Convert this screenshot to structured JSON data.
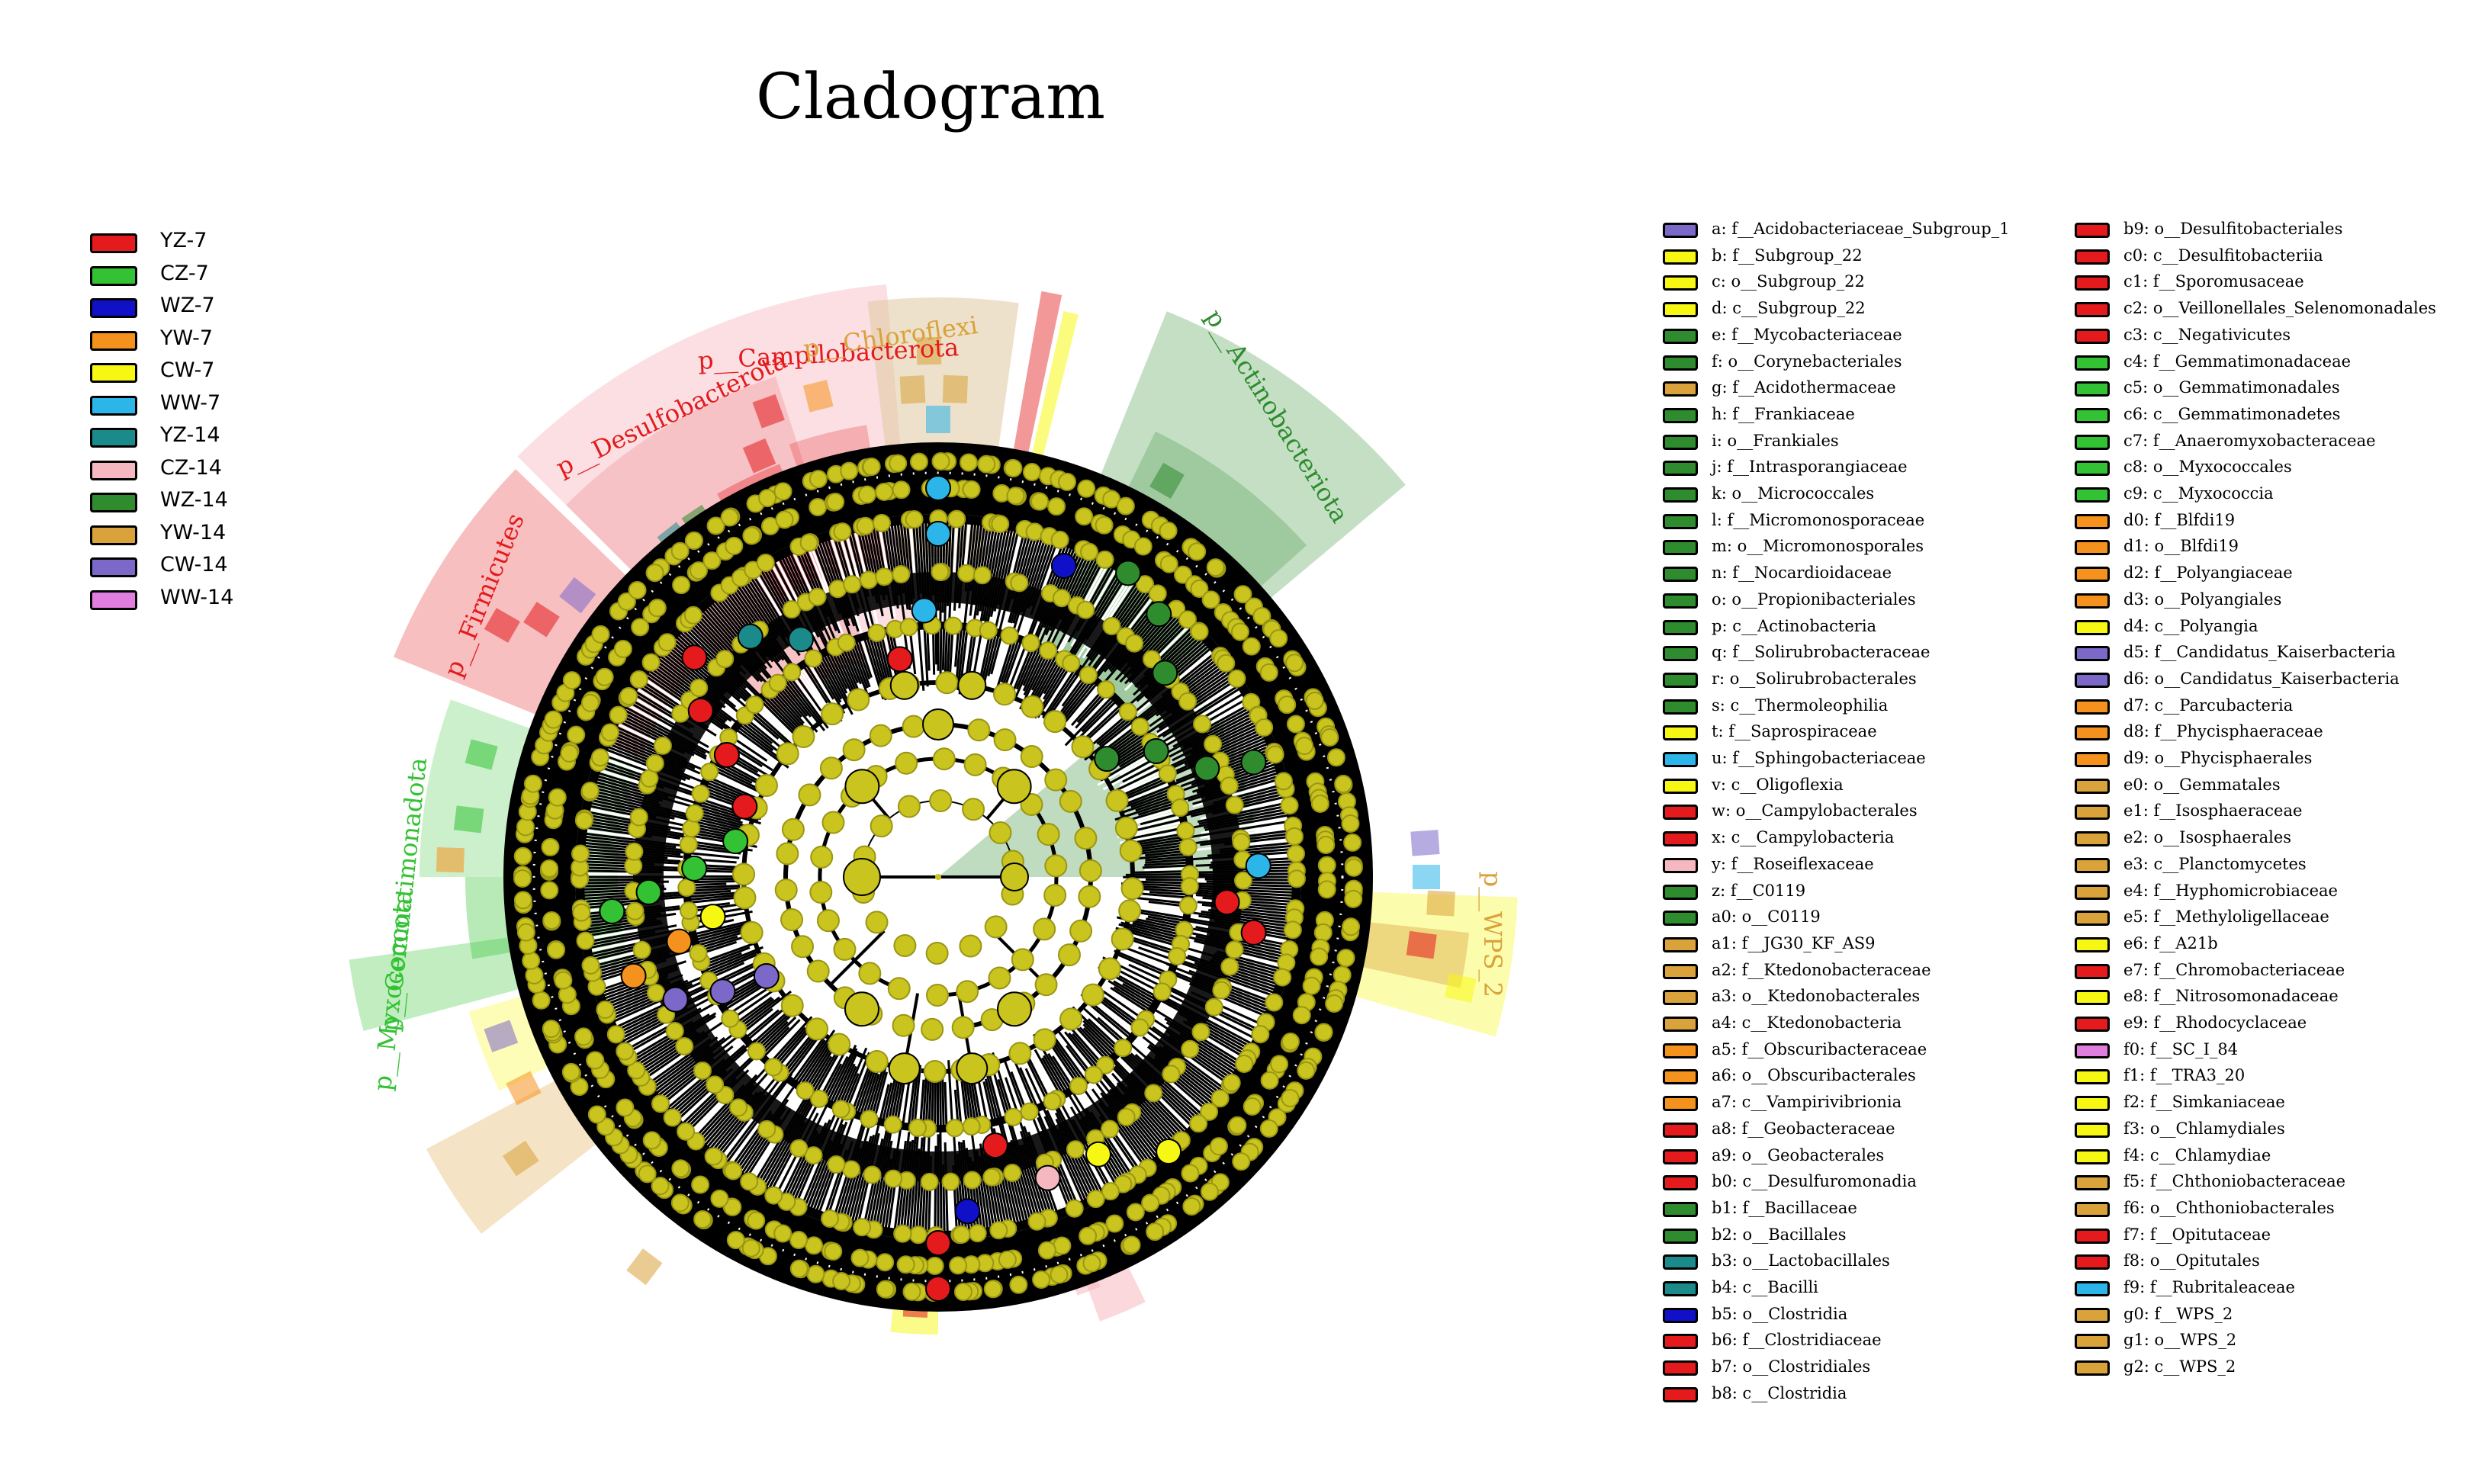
{
  "title": "Cladogram",
  "groups": [
    {
      "name": "YZ-7",
      "color": "#e41a1c"
    },
    {
      "name": "CZ-7",
      "color": "#33c233"
    },
    {
      "name": "WZ-7",
      "color": "#1010c8"
    },
    {
      "name": "YW-7",
      "color": "#f5921e"
    },
    {
      "name": "CW-7",
      "color": "#f7f714"
    },
    {
      "name": "WW-7",
      "color": "#2cb5e8"
    },
    {
      "name": "YZ-14",
      "color": "#1a8a8a"
    },
    {
      "name": "CZ-14",
      "color": "#f6b8c0"
    },
    {
      "name": "WZ-14",
      "color": "#2e8b2e"
    },
    {
      "name": "YW-14",
      "color": "#d9a23a"
    },
    {
      "name": "CW-14",
      "color": "#7b68c8"
    },
    {
      "name": "WW-14",
      "color": "#e07ee0"
    }
  ],
  "clades": [
    {
      "label": "a: f__Acidobacteriaceae_Subgroup_1",
      "color": "#7b68c8"
    },
    {
      "label": "b: f__Subgroup_22",
      "color": "#f7f714"
    },
    {
      "label": "c: o__Subgroup_22",
      "color": "#f7f714"
    },
    {
      "label": "d: c__Subgroup_22",
      "color": "#f7f714"
    },
    {
      "label": "e: f__Mycobacteriaceae",
      "color": "#2e8b2e"
    },
    {
      "label": "f: o__Corynebacteriales",
      "color": "#2e8b2e"
    },
    {
      "label": "g: f__Acidothermaceae",
      "color": "#d9a23a"
    },
    {
      "label": "h: f__Frankiaceae",
      "color": "#2e8b2e"
    },
    {
      "label": "i: o__Frankiales",
      "color": "#2e8b2e"
    },
    {
      "label": "j: f__Intrasporangiaceae",
      "color": "#2e8b2e"
    },
    {
      "label": "k: o__Micrococcales",
      "color": "#2e8b2e"
    },
    {
      "label": "l: f__Micromonosporaceae",
      "color": "#2e8b2e"
    },
    {
      "label": "m: o__Micromonosporales",
      "color": "#2e8b2e"
    },
    {
      "label": "n: f__Nocardioidaceae",
      "color": "#2e8b2e"
    },
    {
      "label": "o: o__Propionibacteriales",
      "color": "#2e8b2e"
    },
    {
      "label": "p: c__Actinobacteria",
      "color": "#2e8b2e"
    },
    {
      "label": "q: f__Solirubrobacteraceae",
      "color": "#2e8b2e"
    },
    {
      "label": "r: o__Solirubrobacterales",
      "color": "#2e8b2e"
    },
    {
      "label": "s: c__Thermoleophilia",
      "color": "#2e8b2e"
    },
    {
      "label": "t: f__Saprospiraceae",
      "color": "#f7f714"
    },
    {
      "label": "u: f__Sphingobacteriaceae",
      "color": "#2cb5e8"
    },
    {
      "label": "v: c__Oligoflexia",
      "color": "#f7f714"
    },
    {
      "label": "w: o__Campylobacterales",
      "color": "#e41a1c"
    },
    {
      "label": "x: c__Campylobacteria",
      "color": "#e41a1c"
    },
    {
      "label": "y: f__Roseiflexaceae",
      "color": "#f6b8c0"
    },
    {
      "label": "z: f__C0119",
      "color": "#2e8b2e"
    },
    {
      "label": "a0: o__C0119",
      "color": "#2e8b2e"
    },
    {
      "label": "a1: f__JG30_KF_AS9",
      "color": "#d9a23a"
    },
    {
      "label": "a2: f__Ktedonobacteraceae",
      "color": "#d9a23a"
    },
    {
      "label": "a3: o__Ktedonobacterales",
      "color": "#d9a23a"
    },
    {
      "label": "a4: c__Ktedonobacteria",
      "color": "#d9a23a"
    },
    {
      "label": "a5: f__Obscuribacteraceae",
      "color": "#f5921e"
    },
    {
      "label": "a6: o__Obscuribacterales",
      "color": "#f5921e"
    },
    {
      "label": "a7: c__Vampirivibrionia",
      "color": "#f5921e"
    },
    {
      "label": "a8: f__Geobacteraceae",
      "color": "#e41a1c"
    },
    {
      "label": "a9: o__Geobacterales",
      "color": "#e41a1c"
    },
    {
      "label": "b0: c__Desulfuromonadia",
      "color": "#e41a1c"
    },
    {
      "label": "b1: f__Bacillaceae",
      "color": "#2e8b2e"
    },
    {
      "label": "b2: o__Bacillales",
      "color": "#2e8b2e"
    },
    {
      "label": "b3: o__Lactobacillales",
      "color": "#1a8a8a"
    },
    {
      "label": "b4: c__Bacilli",
      "color": "#1a8a8a"
    },
    {
      "label": "b5: o__Clostridia",
      "color": "#1010c8"
    },
    {
      "label": "b6: f__Clostridiaceae",
      "color": "#e41a1c"
    },
    {
      "label": "b7: o__Clostridiales",
      "color": "#e41a1c"
    },
    {
      "label": "b8: c__Clostridia",
      "color": "#e41a1c"
    },
    {
      "label": "b9: o__Desulfitobacteriales",
      "color": "#e41a1c"
    },
    {
      "label": "c0: c__Desulfitobacteriia",
      "color": "#e41a1c"
    },
    {
      "label": "c1: f__Sporomusaceae",
      "color": "#e41a1c"
    },
    {
      "label": "c2: o__Veillonellales_Selenomonadales",
      "color": "#e41a1c"
    },
    {
      "label": "c3: c__Negativicutes",
      "color": "#e41a1c"
    },
    {
      "label": "c4: f__Gemmatimonadaceae",
      "color": "#33c233"
    },
    {
      "label": "c5: o__Gemmatimonadales",
      "color": "#33c233"
    },
    {
      "label": "c6: c__Gemmatimonadetes",
      "color": "#33c233"
    },
    {
      "label": "c7: f__Anaeromyxobacteraceae",
      "color": "#33c233"
    },
    {
      "label": "c8: o__Myxococcales",
      "color": "#33c233"
    },
    {
      "label": "c9: c__Myxococcia",
      "color": "#33c233"
    },
    {
      "label": "d0: f__Blfdi19",
      "color": "#f5921e"
    },
    {
      "label": "d1: o__Blfdi19",
      "color": "#f5921e"
    },
    {
      "label": "d2: f__Polyangiaceae",
      "color": "#f5921e"
    },
    {
      "label": "d3: o__Polyangiales",
      "color": "#f5921e"
    },
    {
      "label": "d4: c__Polyangia",
      "color": "#f7f714"
    },
    {
      "label": "d5: f__Candidatus_Kaiserbacteria",
      "color": "#7b68c8"
    },
    {
      "label": "d6: o__Candidatus_Kaiserbacteria",
      "color": "#7b68c8"
    },
    {
      "label": "d7: c__Parcubacteria",
      "color": "#f5921e"
    },
    {
      "label": "d8: f__Phycisphaeraceae",
      "color": "#f5921e"
    },
    {
      "label": "d9: o__Phycisphaerales",
      "color": "#f5921e"
    },
    {
      "label": "e0: o__Gemmatales",
      "color": "#d9a23a"
    },
    {
      "label": "e1: f__Isosphaeraceae",
      "color": "#d9a23a"
    },
    {
      "label": "e2: o__Isosphaerales",
      "color": "#d9a23a"
    },
    {
      "label": "e3: c__Planctomycetes",
      "color": "#d9a23a"
    },
    {
      "label": "e4: f__Hyphomicrobiaceae",
      "color": "#d9a23a"
    },
    {
      "label": "e5: f__Methyloligellaceae",
      "color": "#d9a23a"
    },
    {
      "label": "e6: f__A21b",
      "color": "#f7f714"
    },
    {
      "label": "e7: f__Chromobacteriaceae",
      "color": "#e41a1c"
    },
    {
      "label": "e8: f__Nitrosomonadaceae",
      "color": "#f7f714"
    },
    {
      "label": "e9: f__Rhodocyclaceae",
      "color": "#e41a1c"
    },
    {
      "label": "f0: f__SC_I_84",
      "color": "#e07ee0"
    },
    {
      "label": "f1: f__TRA3_20",
      "color": "#f7f714"
    },
    {
      "label": "f2: f__Simkaniaceae",
      "color": "#f7f714"
    },
    {
      "label": "f3: o__Chlamydiales",
      "color": "#f7f714"
    },
    {
      "label": "f4: c__Chlamydiae",
      "color": "#f7f714"
    },
    {
      "label": "f5: f__Chthoniobacteraceae",
      "color": "#d9a23a"
    },
    {
      "label": "f6: o__Chthoniobacterales",
      "color": "#d9a23a"
    },
    {
      "label": "f7: f__Opitutaceae",
      "color": "#e41a1c"
    },
    {
      "label": "f8: o__Opitutales",
      "color": "#e41a1c"
    },
    {
      "label": "f9: f__Rubritaleaceae",
      "color": "#2cb5e8"
    },
    {
      "label": "g0: f__WPS_2",
      "color": "#d9a23a"
    },
    {
      "label": "g1: o__WPS_2",
      "color": "#d9a23a"
    },
    {
      "label": "g2: c__WPS_2",
      "color": "#d9a23a"
    }
  ],
  "phylum_labels": [
    {
      "text": "p__Campilobacterota",
      "color": "#e41a1c"
    },
    {
      "text": "p__Chloroflexi",
      "color": "#d9a23a"
    },
    {
      "text": "p__Desulfobacterota",
      "color": "#e41a1c"
    },
    {
      "text": "p__Firmicutes",
      "color": "#e41a1c"
    },
    {
      "text": "p__Gemmatimonadota",
      "color": "#33c233"
    },
    {
      "text": "p__Myxococcota",
      "color": "#33c233"
    },
    {
      "text": "p__Actinobacteriota",
      "color": "#2e8b2e"
    },
    {
      "text": "p__WPS_2",
      "color": "#d9a23a"
    }
  ]
}
